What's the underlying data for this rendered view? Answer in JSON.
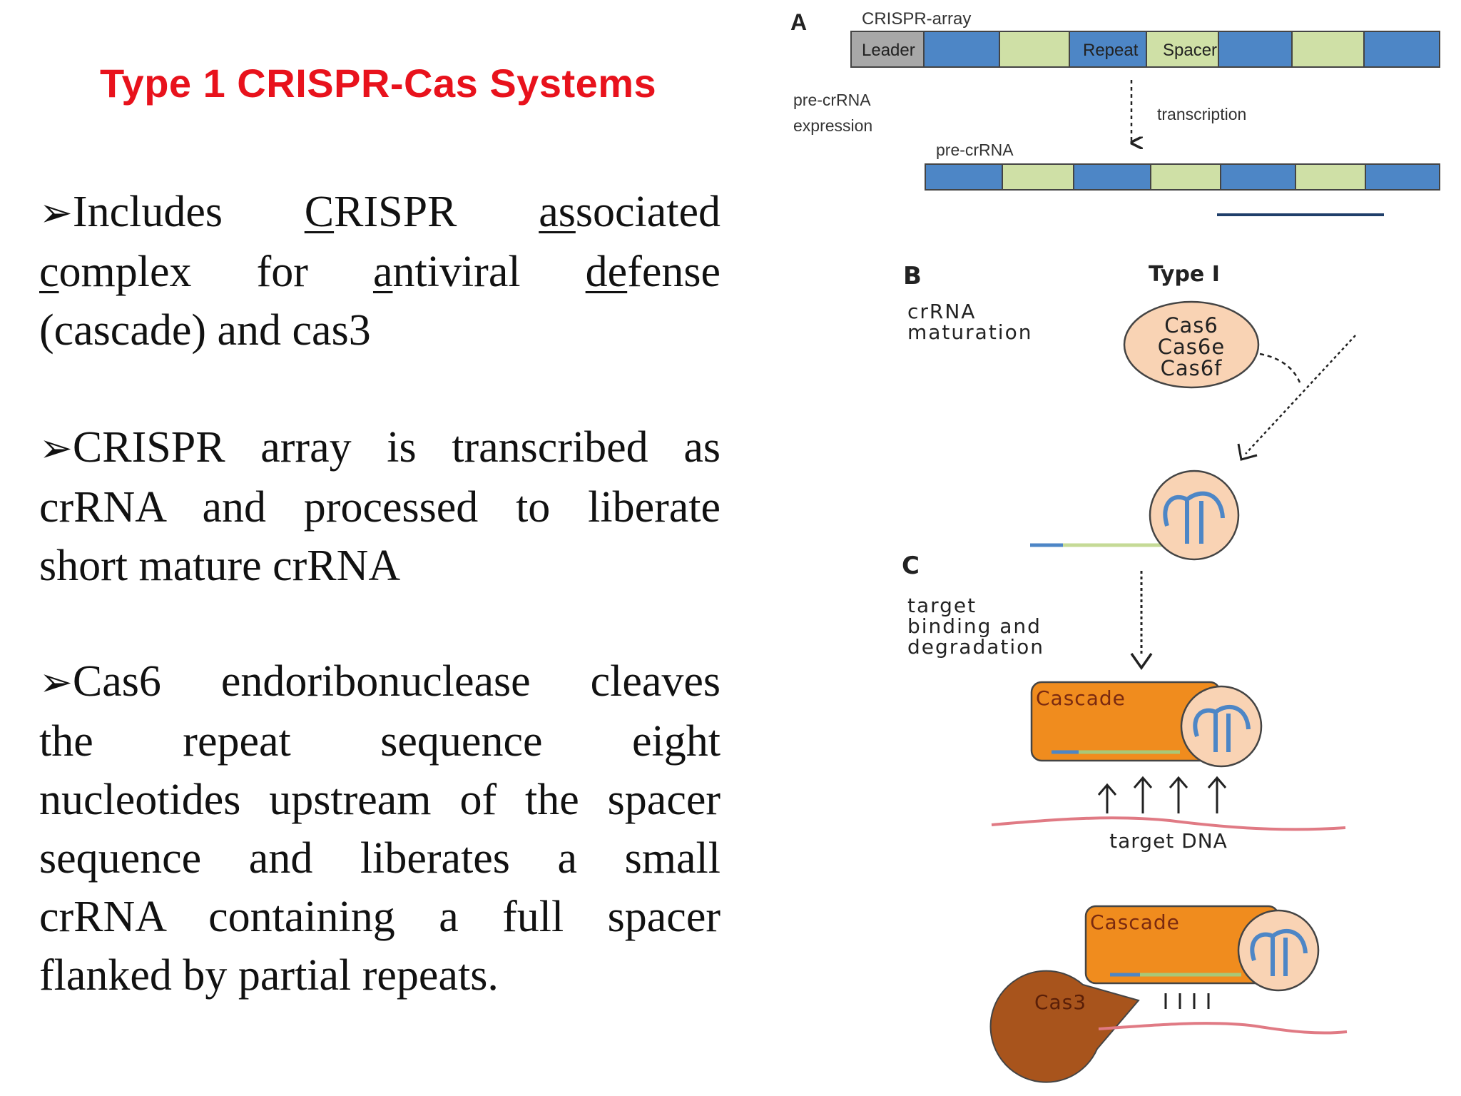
{
  "title": "Type 1 CRISPR-Cas Systems",
  "bullet_glyph": "➢",
  "bullets": [
    {
      "lines": [
        [
          "Includes ",
          "C",
          "RISPR ",
          "as",
          "sociated"
        ],
        [
          "c",
          "omplex for ",
          "a",
          "ntiviral ",
          "de",
          "fense"
        ],
        [
          "(cascade) and cas3"
        ]
      ]
    },
    {
      "lines": [
        [
          "CRISPR array is transcribed as"
        ],
        [
          "crRNA and processed to liberate"
        ],
        [
          "short mature crRNA"
        ]
      ]
    },
    {
      "lines": [
        [
          "Cas6 endoribonuclease cleaves"
        ],
        [
          "the repeat sequence eight"
        ],
        [
          "nucleotides upstream of the spacer"
        ],
        [
          "sequence and liberates a small"
        ],
        [
          "crRNA containing a full spacer"
        ],
        [
          "flanked by partial repeats."
        ]
      ]
    }
  ],
  "diagram": {
    "panel_a": {
      "letter": "A",
      "array_label": "CRISPR-array",
      "segments": [
        "Leader",
        "Repeat",
        "Spacer"
      ],
      "expression_label": [
        "pre-crRNA",
        "expression"
      ],
      "transcription_label": "transcription",
      "precrrna_label": "pre-crRNA"
    },
    "panel_b": {
      "letter": "B",
      "type_label": "Type I",
      "maturation_label": [
        "crRNA",
        "maturation"
      ],
      "cas_proteins": [
        "Cas6",
        "Cas6e",
        "Cas6f"
      ]
    },
    "panel_c": {
      "letter": "C",
      "step_label": [
        "target",
        "binding and",
        "degradation"
      ],
      "cascade_label": "Cascade",
      "target_label": "target DNA",
      "cas3_label": "Cas3"
    },
    "colors": {
      "repeat_blue": "#4d86c6",
      "spacer_green": "#cfe0a6",
      "leader_gray": "#a8a8a8",
      "cascade_orange": "#f08c1e",
      "cas_circle": "#f9d3b4",
      "dna_red": "#e07a84",
      "cas3_brown": "#a8541c"
    }
  }
}
